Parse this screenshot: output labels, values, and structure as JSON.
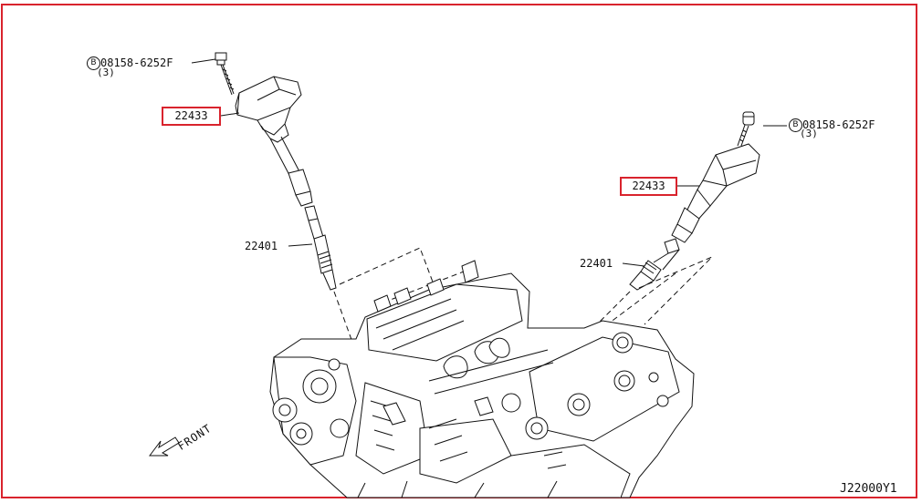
{
  "callouts": {
    "bolt_left": {
      "badge": "B",
      "part": "08158-6252F",
      "qty": "(3)"
    },
    "bolt_right": {
      "badge": "B",
      "part": "08158-6252F",
      "qty": "(3)"
    },
    "coil_left": "22433",
    "coil_right": "22433",
    "plug_left": "22401",
    "plug_right": "22401"
  },
  "direction_label": "FRONT",
  "diagram_code": "J22000Y1",
  "colors": {
    "highlight": "#d9232d",
    "line": "#111111"
  }
}
